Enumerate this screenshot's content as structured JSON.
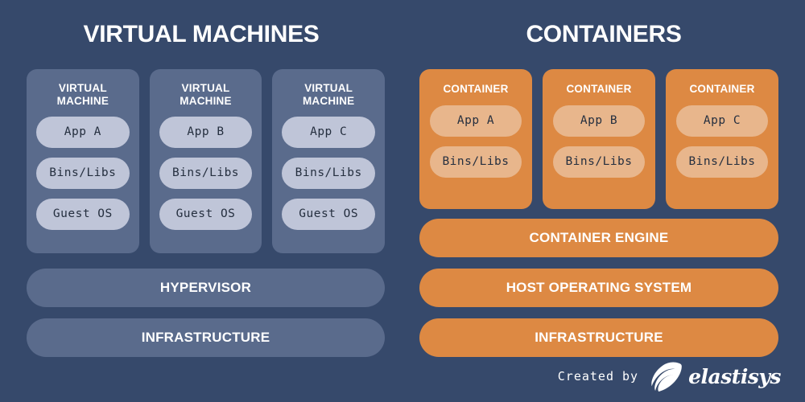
{
  "theme": {
    "background": "#36496b",
    "vm_card": "#5a6b8c",
    "vm_pill": "#bfc5d8",
    "container_card": "#dd8943",
    "container_pill": "#e8b68c",
    "text_on_dark": "#ffffff",
    "text_on_pill": "#252f3f"
  },
  "columns": [
    {
      "title": "VIRTUAL MACHINES",
      "cards": [
        {
          "heading": "VIRTUAL\nMACHINE",
          "pills": [
            "App A",
            "Bins/Libs",
            "Guest OS"
          ]
        },
        {
          "heading": "VIRTUAL\nMACHINE",
          "pills": [
            "App B",
            "Bins/Libs",
            "Guest OS"
          ]
        },
        {
          "heading": "VIRTUAL\nMACHINE",
          "pills": [
            "App C",
            "Bins/Libs",
            "Guest OS"
          ]
        }
      ],
      "bars": [
        "HYPERVISOR",
        "INFRASTRUCTURE"
      ]
    },
    {
      "title": "CONTAINERS",
      "cards": [
        {
          "heading": "CONTAINER",
          "pills": [
            "App A",
            "Bins/Libs"
          ]
        },
        {
          "heading": "CONTAINER",
          "pills": [
            "App B",
            "Bins/Libs"
          ]
        },
        {
          "heading": "CONTAINER",
          "pills": [
            "App C",
            "Bins/Libs"
          ]
        }
      ],
      "bars": [
        "CONTAINER ENGINE",
        "HOST OPERATING SYSTEM",
        "INFRASTRUCTURE"
      ]
    }
  ],
  "credit": {
    "text": "Created by",
    "brand_name": "elastisys",
    "logo_icon": "elastisys-swirl-icon"
  }
}
